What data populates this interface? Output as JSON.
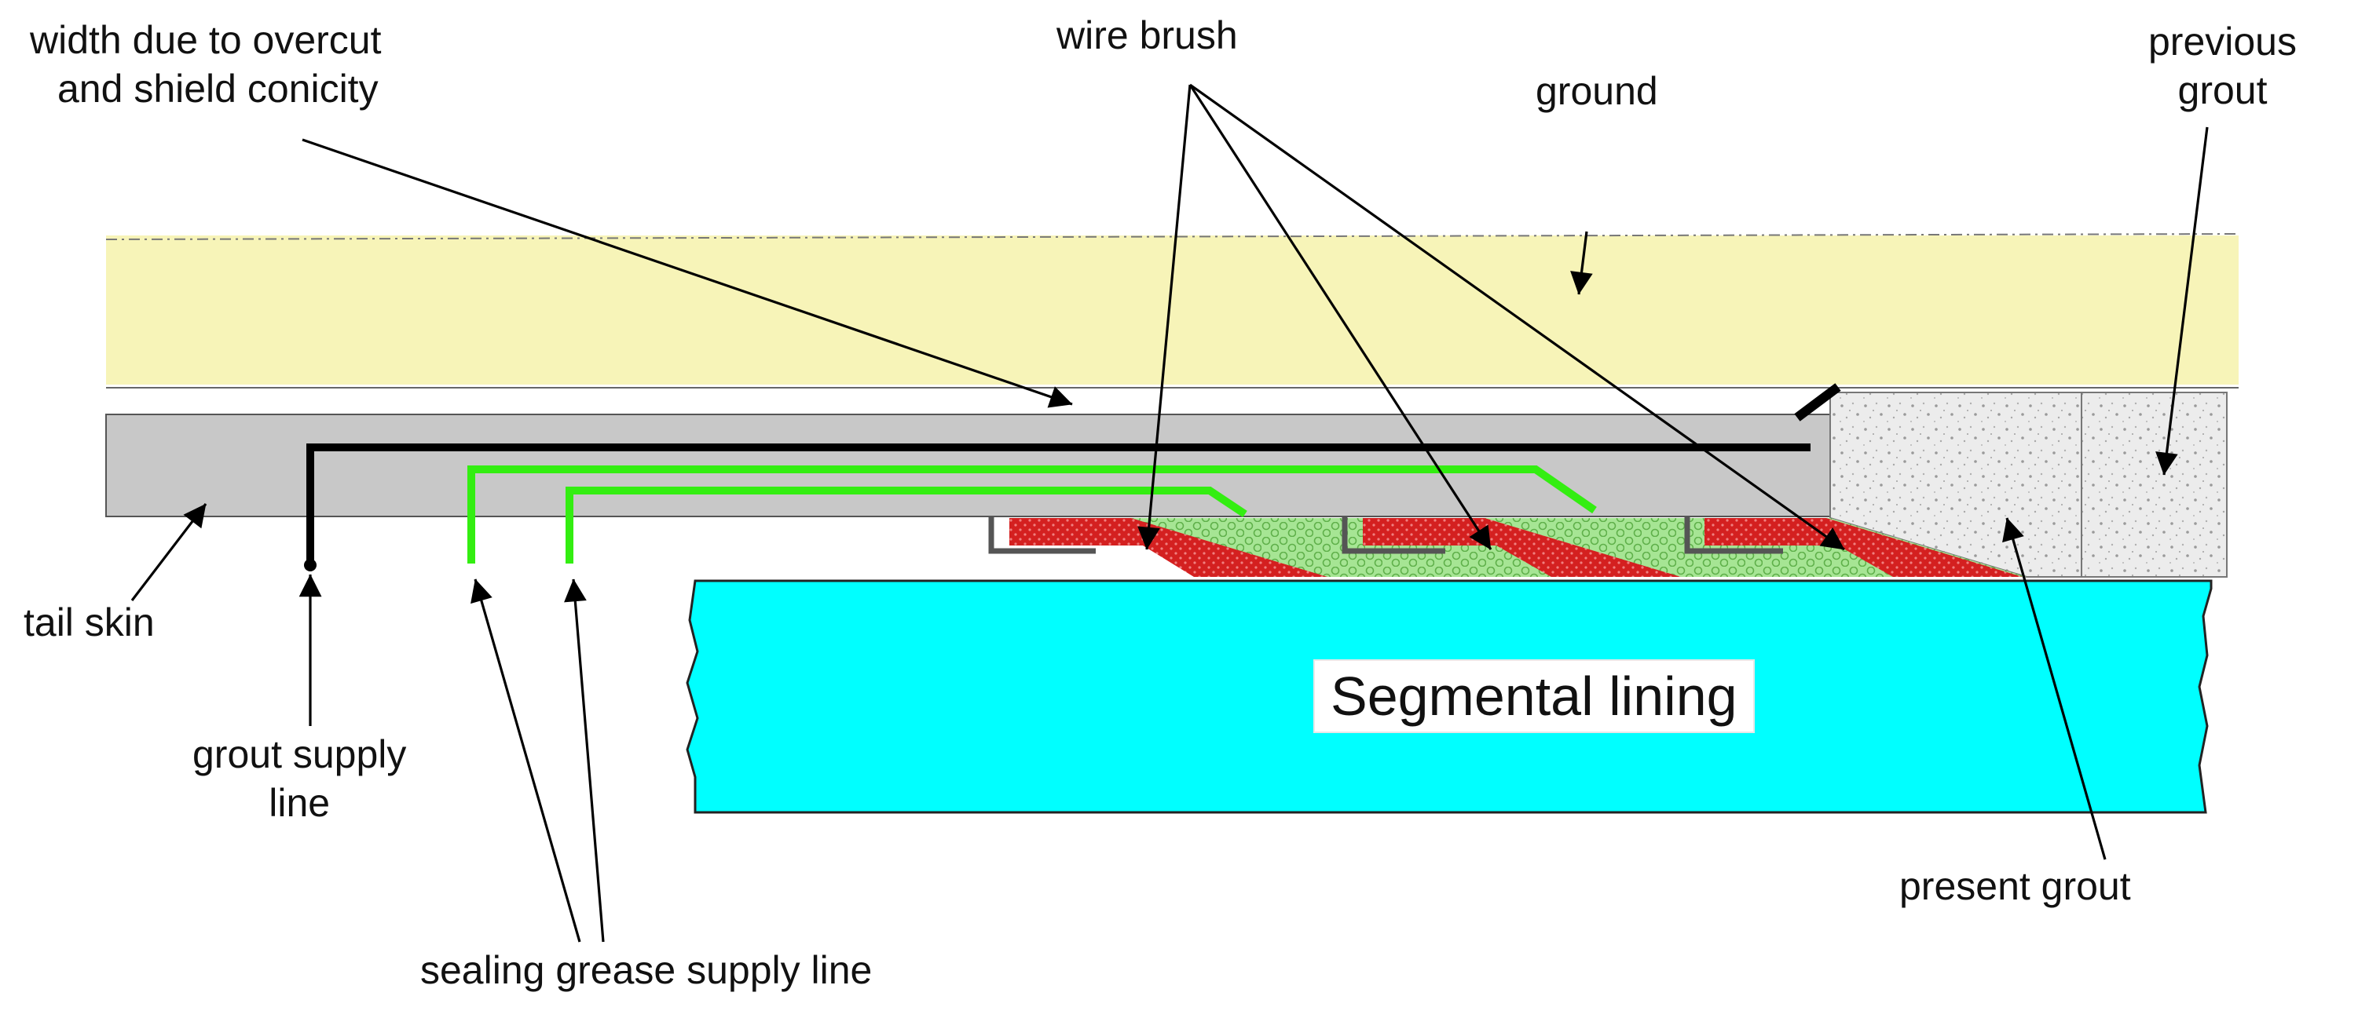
{
  "labels": {
    "width_overcut": "width due to overcut\nand shield conicity",
    "wire_brush": "wire brush",
    "ground": "ground",
    "previous_grout": "previous\ngrout",
    "tail_skin": "tail skin",
    "grout_supply": "grout supply\nline",
    "sealing_grease": "sealing grease supply line",
    "segmental_lining": "Segmental lining",
    "present_grout": "present grout"
  },
  "colors": {
    "ground": "#f7f4b8",
    "tail_skin": "#c8c8c8",
    "lining": "#00ffff",
    "brush": "#d42020",
    "grease": "#9de08a",
    "grease_line": "#33ee11",
    "grout_line": "#000000",
    "grout_fill": "#e4e4e4"
  }
}
